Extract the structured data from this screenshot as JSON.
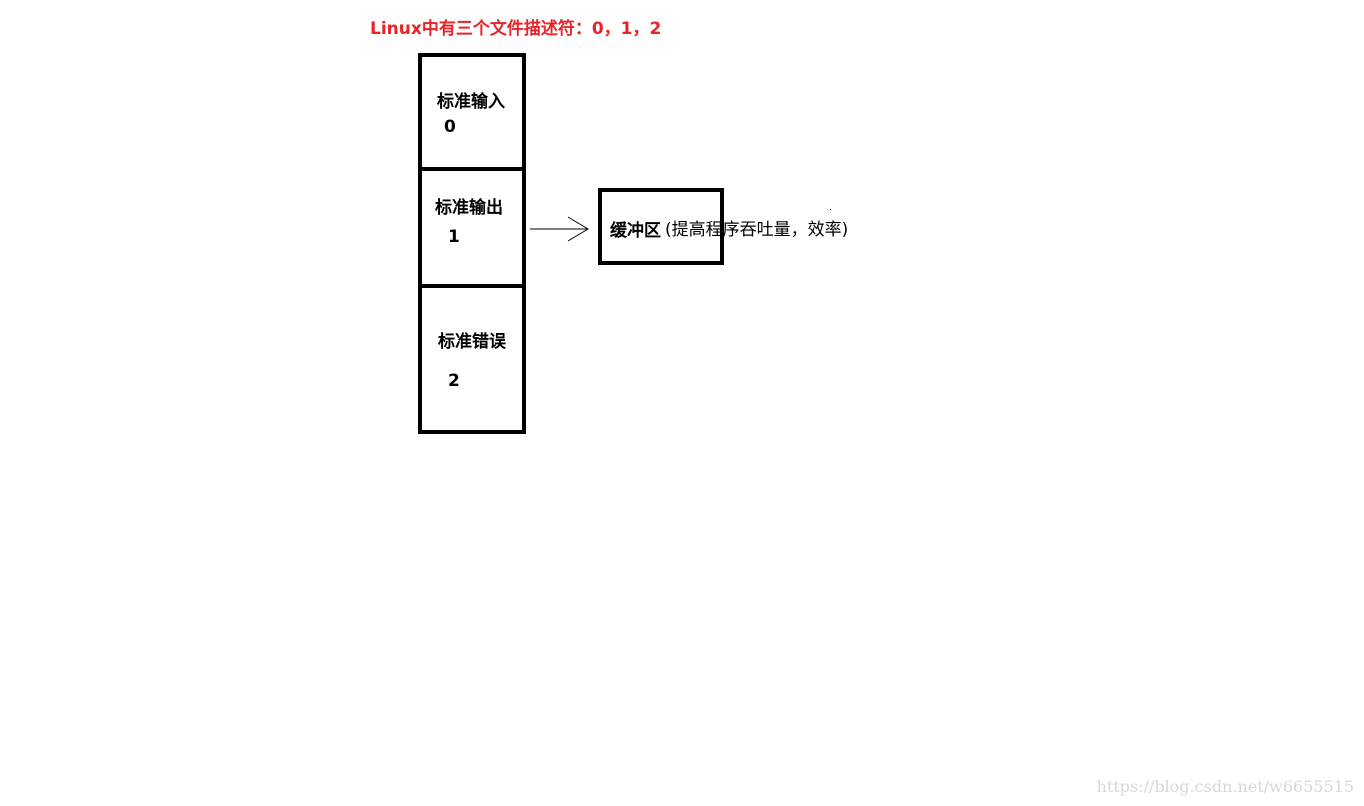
{
  "title": "Linux中有三个文件描述符：0，1，2",
  "descriptors": [
    {
      "name": "标准输入",
      "number": "0"
    },
    {
      "name": "标准输出",
      "number": "1"
    },
    {
      "name": "标准错误",
      "number": "2"
    }
  ],
  "buffer": {
    "label": "缓冲区",
    "note": "(提高程序吞吐量，效率)"
  },
  "watermark": "https://blog.csdn.net/w6655515",
  "colors": {
    "title": "#e8232a",
    "stroke": "#000000",
    "watermark": "#d8d8d8"
  }
}
